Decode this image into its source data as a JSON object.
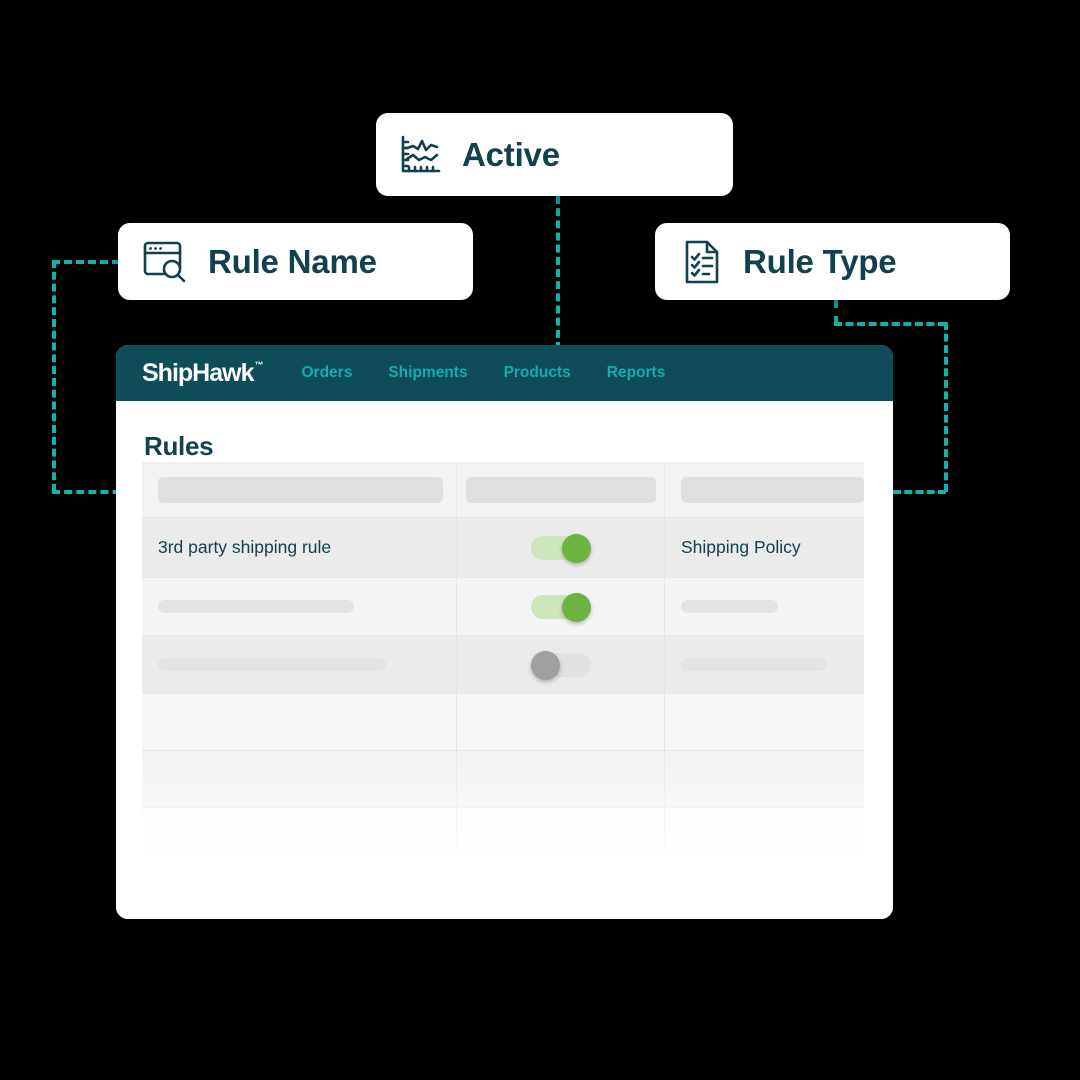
{
  "theme": {
    "background": "#000000",
    "card_bg": "#ffffff",
    "accent_teal": "#13b3ad",
    "header_teal": "#0d4c58",
    "nav_link": "#17aab0",
    "text_dark": "#11404f",
    "toggle_on": "#6cb33f",
    "toggle_on_track": "#cfe5bb",
    "toggle_off": "#a0a0a0",
    "toggle_off_track": "#e2e2e2",
    "placeholder": "#e0e0e0"
  },
  "callouts": [
    {
      "id": "active",
      "label": "Active",
      "icon": "line-chart-icon"
    },
    {
      "id": "rule_name",
      "label": "Rule Name",
      "icon": "browser-search-icon"
    },
    {
      "id": "rule_type",
      "label": "Rule Type",
      "icon": "document-checklist-icon"
    }
  ],
  "app": {
    "logo": "ShipHawk",
    "logo_trademark": "™",
    "nav": [
      {
        "label": "Orders"
      },
      {
        "label": "Shipments"
      },
      {
        "label": "Products"
      },
      {
        "label": "Reports"
      }
    ],
    "page_title": "Rules",
    "table": {
      "columns": [
        {
          "key": "rule_name",
          "header_placeholder": true
        },
        {
          "key": "active",
          "header_placeholder": true
        },
        {
          "key": "rule_type",
          "header_placeholder": true
        }
      ],
      "rows": [
        {
          "rule_name": "3rd party shipping rule",
          "active": "on",
          "rule_type": "Shipping Policy",
          "placeholder": false
        },
        {
          "rule_name": "",
          "active": "on",
          "rule_type": "",
          "placeholder": true
        },
        {
          "rule_name": "",
          "active": "off",
          "rule_type": "",
          "placeholder": true
        },
        {
          "rule_name": "",
          "active": "",
          "rule_type": "",
          "placeholder": true
        },
        {
          "rule_name": "",
          "active": "",
          "rule_type": "",
          "placeholder": true
        },
        {
          "rule_name": "",
          "active": "",
          "rule_type": "",
          "placeholder": true
        }
      ]
    }
  }
}
